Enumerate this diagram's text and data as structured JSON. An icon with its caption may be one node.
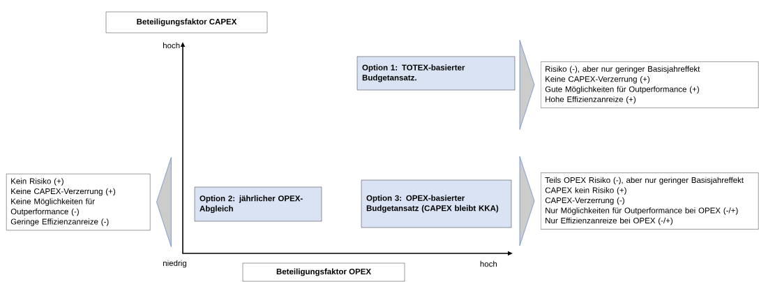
{
  "diagram": {
    "nodes": [
      {
        "text": [
          "Beteiligungsfaktor CAPEX"
        ]
      },
      {
        "text": [
          "Option 1: TOTEX-basierter Budgetansatz."
        ]
      },
      {
        "text": [
          "Risiko (-), aber nur geringer Basisjahreffekt",
          "Keine CAPEX-Verzerrung (+)",
          "Gute Möglichkeiten für Outperformance (+)",
          "Hohe Effizienzanreize (+)"
        ]
      },
      {
        "text": [
          "Kein Risiko (+)",
          "Keine CAPEX-Verzerrung (+)",
          "Keine Möglichkeiten für Outperformance (-)",
          "Geringe Effizienzanreize (-)"
        ]
      },
      {
        "text": [
          "Option 2: jährlicher OPEX-Abgleich"
        ]
      },
      {
        "text": [
          "Option 3: OPEX-basierter Budgetansatz (CAPEX bleibt KKA)"
        ]
      },
      {
        "text": [
          "Teils OPEX Risiko (-), aber nur geringer Basisjahreffekt",
          "CAPEX kein Risiko (+)",
          "CAPEX-Verzerrung (-)",
          "Nur Möglichkeiten für Outperformance bei OPEX (-/+)",
          "Nur Effizienzanreize bei OPEX (-/+)"
        ]
      },
      {
        "text": [
          "Beteiligungsfaktor OPEX"
        ]
      }
    ],
    "edges": [
      {
        "from": 1,
        "to": 2,
        "arrow": "to"
      },
      {
        "from": 4,
        "to": 3,
        "arrow": "to"
      },
      {
        "from": 5,
        "to": 6,
        "arrow": "to"
      }
    ],
    "labels": [
      "hoch",
      "niedrig",
      "hoch"
    ]
  }
}
